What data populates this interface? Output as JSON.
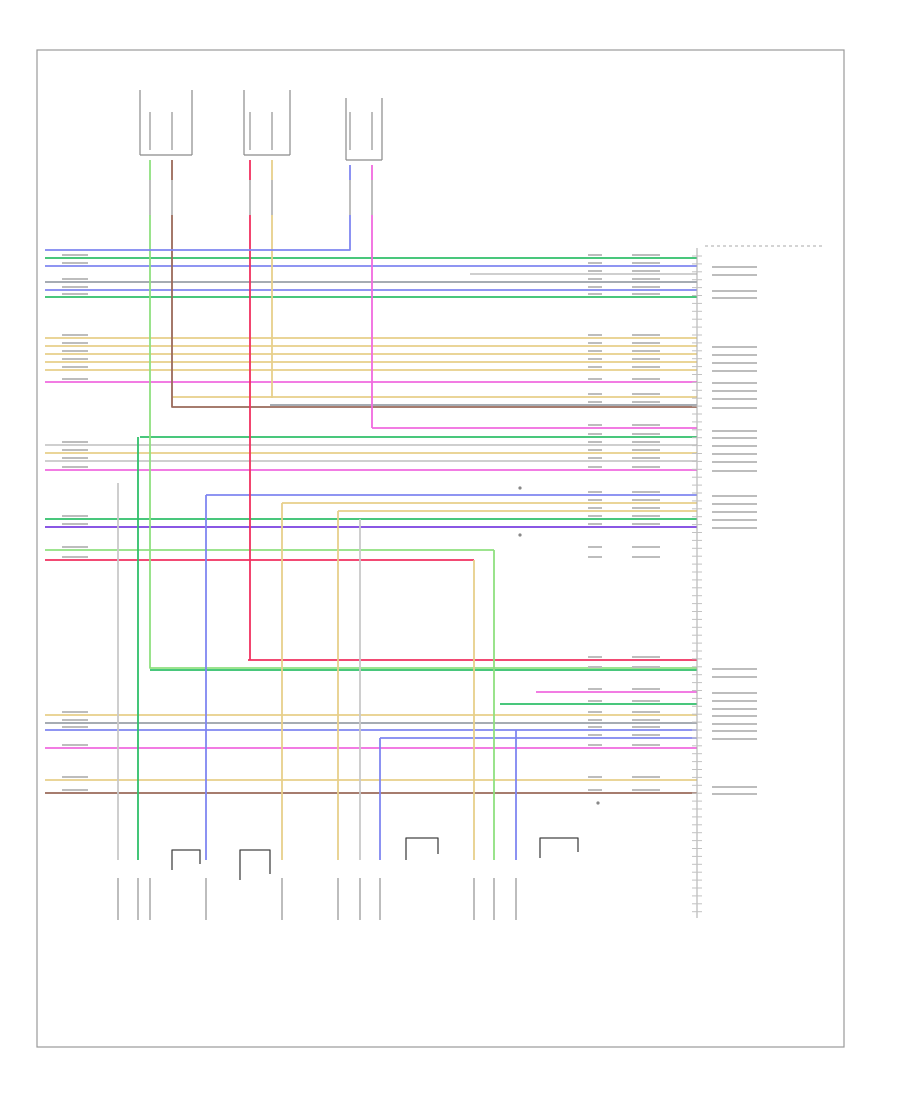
{
  "diagram": {
    "page_id": "",
    "top_connectors": [
      {
        "id": "tc1",
        "label_lines": [
          "",
          "",
          ""
        ]
      },
      {
        "id": "tc2",
        "label_lines": [
          "",
          "",
          ""
        ]
      },
      {
        "id": "tc3",
        "label_lines": [
          "",
          "",
          ""
        ]
      }
    ],
    "module": {
      "label_lines": [
        "",
        "",
        "",
        ""
      ]
    },
    "bottom_components": [
      {
        "id": "bc1",
        "label_lines": [
          "",
          "",
          "",
          "",
          ""
        ]
      },
      {
        "id": "bc2",
        "label_lines": [
          "",
          "",
          "",
          "",
          ""
        ]
      },
      {
        "id": "bc3",
        "label_lines": [
          "",
          "",
          "",
          "",
          ""
        ]
      },
      {
        "id": "bc4",
        "label_lines": [
          "",
          "",
          "",
          "",
          ""
        ]
      },
      {
        "id": "bc5",
        "label_lines": [
          "",
          "",
          "",
          "",
          ""
        ]
      }
    ],
    "colors": {
      "frame": "#9a9a9a",
      "text": "#8a8a8a",
      "white_wire": "#c8c8c8",
      "blue": "#7f86f0",
      "green": "#2fbf6a",
      "lightgreen": "#8fe07f",
      "tan": "#e7cf8a",
      "pink": "#f06adf",
      "red": "#f0305f",
      "brown": "#9a6a5a",
      "violet": "#b36ae6",
      "gray": "#9aa0a8",
      "purple": "#7a3fe0"
    }
  }
}
